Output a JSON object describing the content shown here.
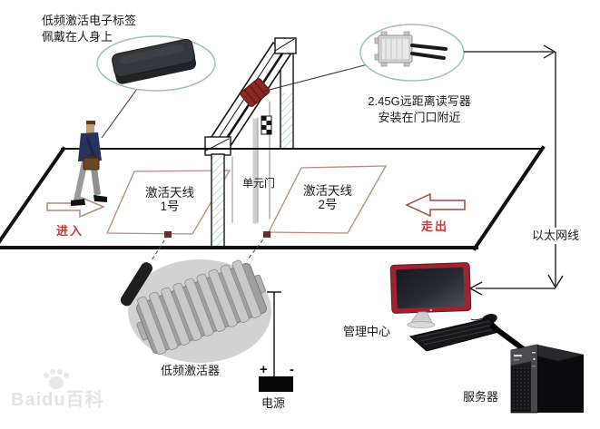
{
  "diagram": {
    "tag_callout": {
      "line1": "低频激活电子标签",
      "line2": "佩戴在人身上"
    },
    "reader_callout": {
      "line1": "2.45G远距离读写器",
      "line2": "安装在门口附近"
    },
    "door_label": "单元门",
    "zone1": {
      "line1": "激活天线",
      "line2": "1号"
    },
    "zone2": {
      "line1": "激活天线",
      "line2": "2号"
    },
    "enter_label": "进入",
    "exit_label": "走出",
    "ethernet_label": "以太网线",
    "activator_label": "低频激活器",
    "power": {
      "plus": "+",
      "minus": "-",
      "label": "电源"
    },
    "management_label": "管理中心",
    "server_label": "服务器",
    "watermark": "Baidu百科",
    "colors": {
      "callout_ellipse": "#9cc4ae",
      "zone_border": "#bb8a7a",
      "flow_text": "#cc3333",
      "enter_arrow": "#b5897b",
      "exit_arrow": "#a04838",
      "monitor_frame": "#9c2430",
      "reader_red": "#8a2a22"
    }
  }
}
